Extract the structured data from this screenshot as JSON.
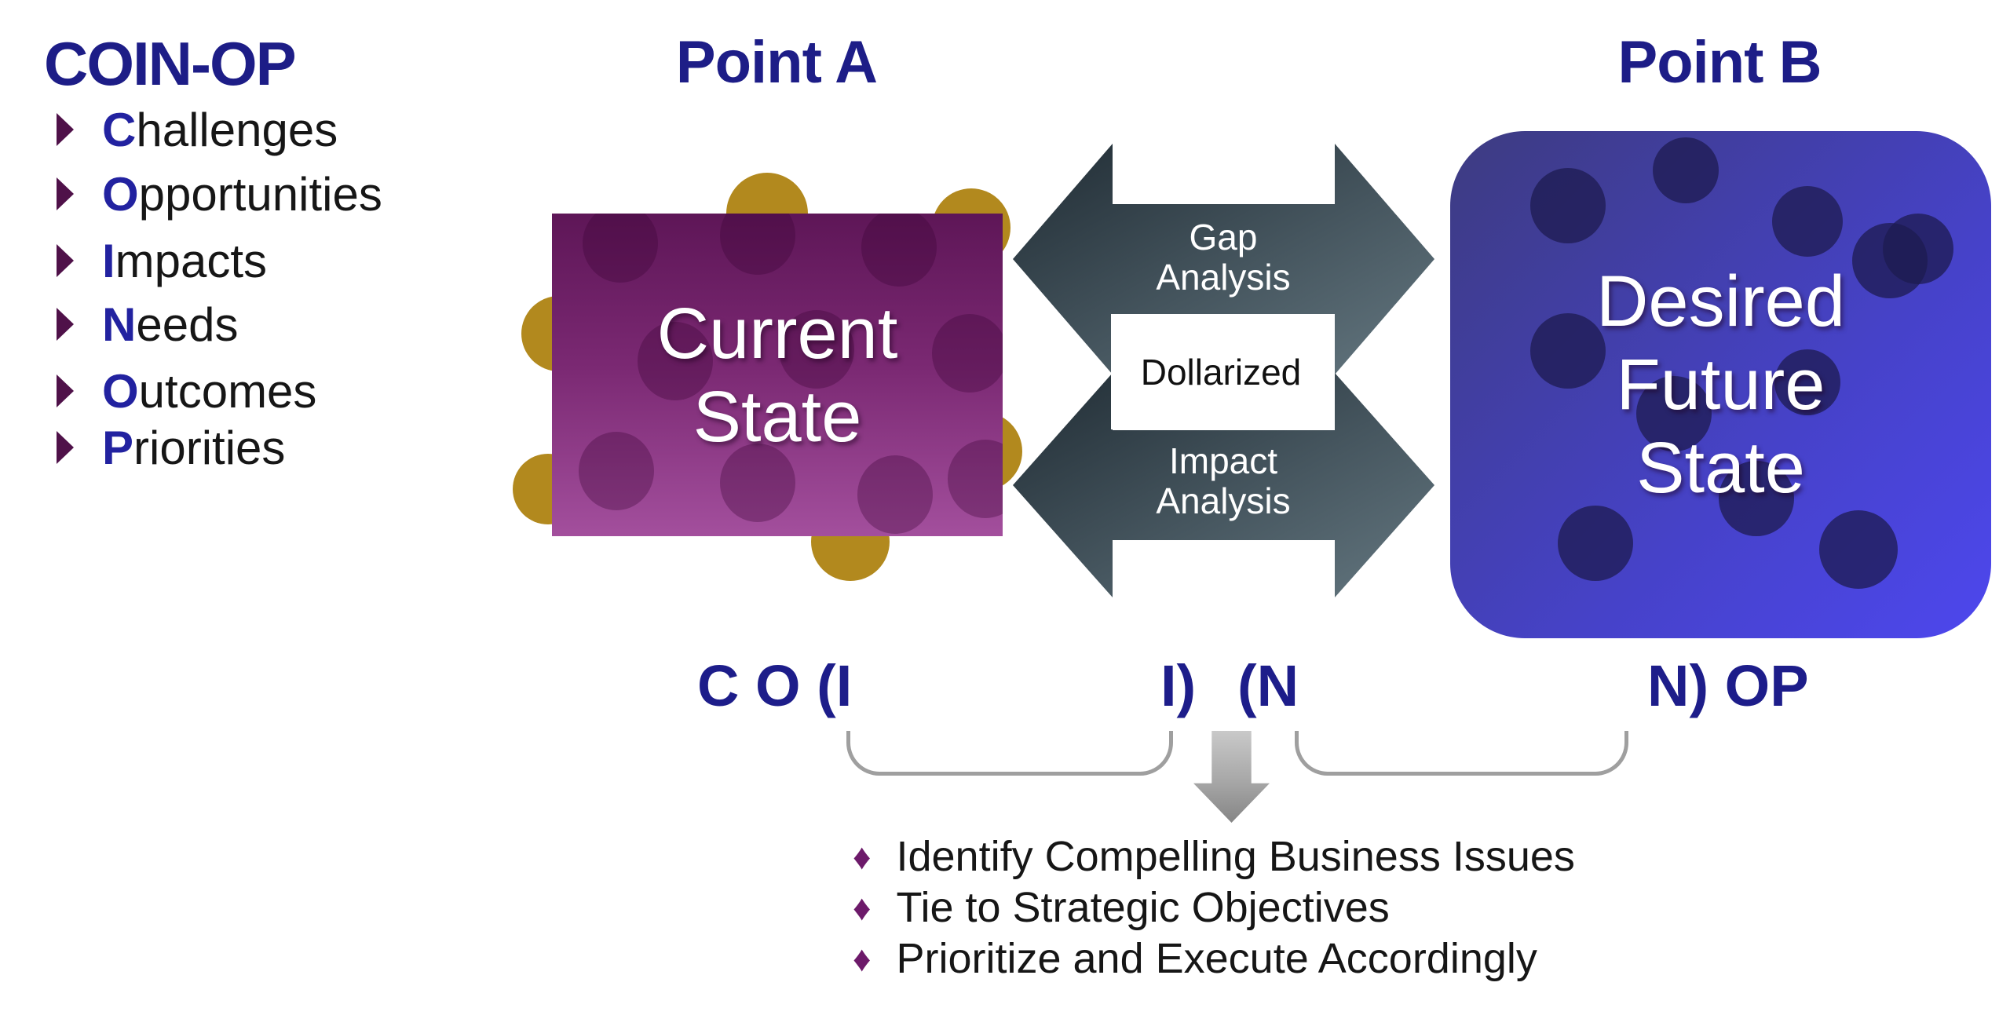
{
  "legend": {
    "title": "COIN-OP",
    "items": [
      {
        "initial": "C",
        "rest": "hallenges"
      },
      {
        "initial": "O",
        "rest": "pportunities"
      },
      {
        "initial": "I",
        "rest": "mpacts"
      },
      {
        "initial": "N",
        "rest": "eeds"
      },
      {
        "initial": "O",
        "rest": "utcomes"
      },
      {
        "initial": "P",
        "rest": "riorities"
      }
    ]
  },
  "point_a": {
    "heading": "Point A",
    "state_lines": [
      "Current",
      "State"
    ]
  },
  "point_b": {
    "heading": "Point B",
    "state_lines": [
      "Desired",
      "Future",
      "State"
    ]
  },
  "gap_arrow": {
    "line1": "Gap",
    "line2": "Analysis"
  },
  "impact_arrow": {
    "line1": "Impact",
    "line2": "Analysis"
  },
  "dollarized_label": "Dollarized",
  "acronym": {
    "left": "C O (I",
    "inner_left": "I)",
    "inner_right": "(N",
    "right": "N) OP"
  },
  "takeaways": {
    "bullet_glyph": "♦",
    "items": [
      "Identify Compelling Business Issues",
      "Tie to Strategic Objectives",
      "Prioritize and Execute Accordingly"
    ]
  },
  "colors": {
    "navy_heading": "#1d1d87",
    "initial_blue": "#2222a0",
    "text_black": "#161616",
    "triangle_purple": "#4f1149",
    "diamond_purple": "#6d1a6a",
    "gold_circle": "#b2891e",
    "bracket_gray": "#9f9f9f",
    "purple_box_top": "#5e1657",
    "purple_box_bottom": "#a34f9d",
    "blue_box_start": "#3d3b80",
    "blue_box_end": "#4d47ee",
    "arrow_gradient_dark": "#202c34",
    "arrow_gradient_light": "#647780"
  }
}
